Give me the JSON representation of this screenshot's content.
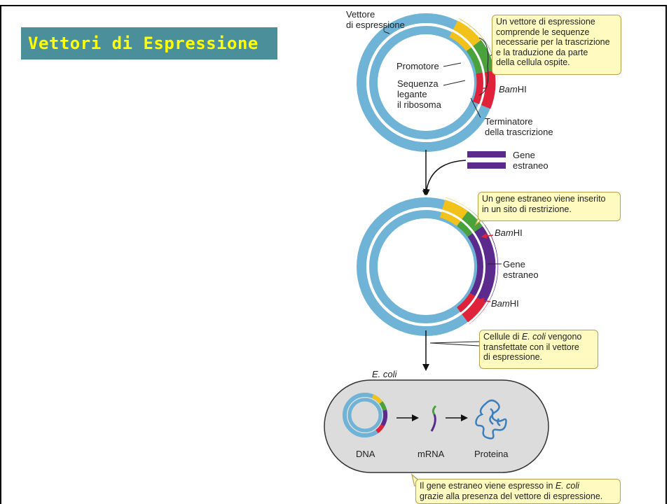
{
  "title": "Vettori di Espressione",
  "colors": {
    "title_bg": "#4a8f99",
    "title_text": "#ffff00",
    "dna_blue": "#6fb3d6",
    "promoter": "#f2c21b",
    "rbs": "#4aa23d",
    "terminator": "#e0213a",
    "foreign_gene": "#5b2a8c",
    "note_bg": "#fffbc0",
    "cell_bg": "#dcdcdc",
    "protein": "#3a7fbf"
  },
  "labels": {
    "vector_line1": "Vettore",
    "vector_line2": "di espressione",
    "promoter": "Promotore",
    "rbs_line1": "Sequenza",
    "rbs_line2": "legante",
    "rbs_line3": "il ribosoma",
    "bamhi_1": "HI",
    "bamhi_2": "HI",
    "bamhi_3": "HI",
    "bam": "Bam",
    "terminator_line1": "Terminatore",
    "terminator_line2": "della trascrizione",
    "gene_top_line1": "Gene",
    "gene_top_line2": "estraneo",
    "gene_mid_line1": "Gene",
    "gene_mid_line2": "estraneo",
    "ecoli": "E. coli",
    "dna": "DNA",
    "mrna": "mRNA",
    "protein": "Proteina"
  },
  "notes": {
    "n1_l1": "Un vettore di espressione",
    "n1_l2": "comprende le sequenze",
    "n1_l3": "necessarie per la trascrizione",
    "n1_l4": "e la traduzione da parte",
    "n1_l5": "della cellula ospite.",
    "n2_l1": "Un gene estraneo viene inserito",
    "n2_l2": "in un sito di restrizione.",
    "n3_a": "Cellule di ",
    "n3_b": "E. coli",
    "n3_c": " vengono",
    "n3_l2": "transfettate con il vettore",
    "n3_l3": "di espressione.",
    "n4_a": "Il gene estraneo viene espresso in ",
    "n4_b": "E. coli",
    "n4_l2": "grazie alla presenza del vettore di espressione."
  }
}
